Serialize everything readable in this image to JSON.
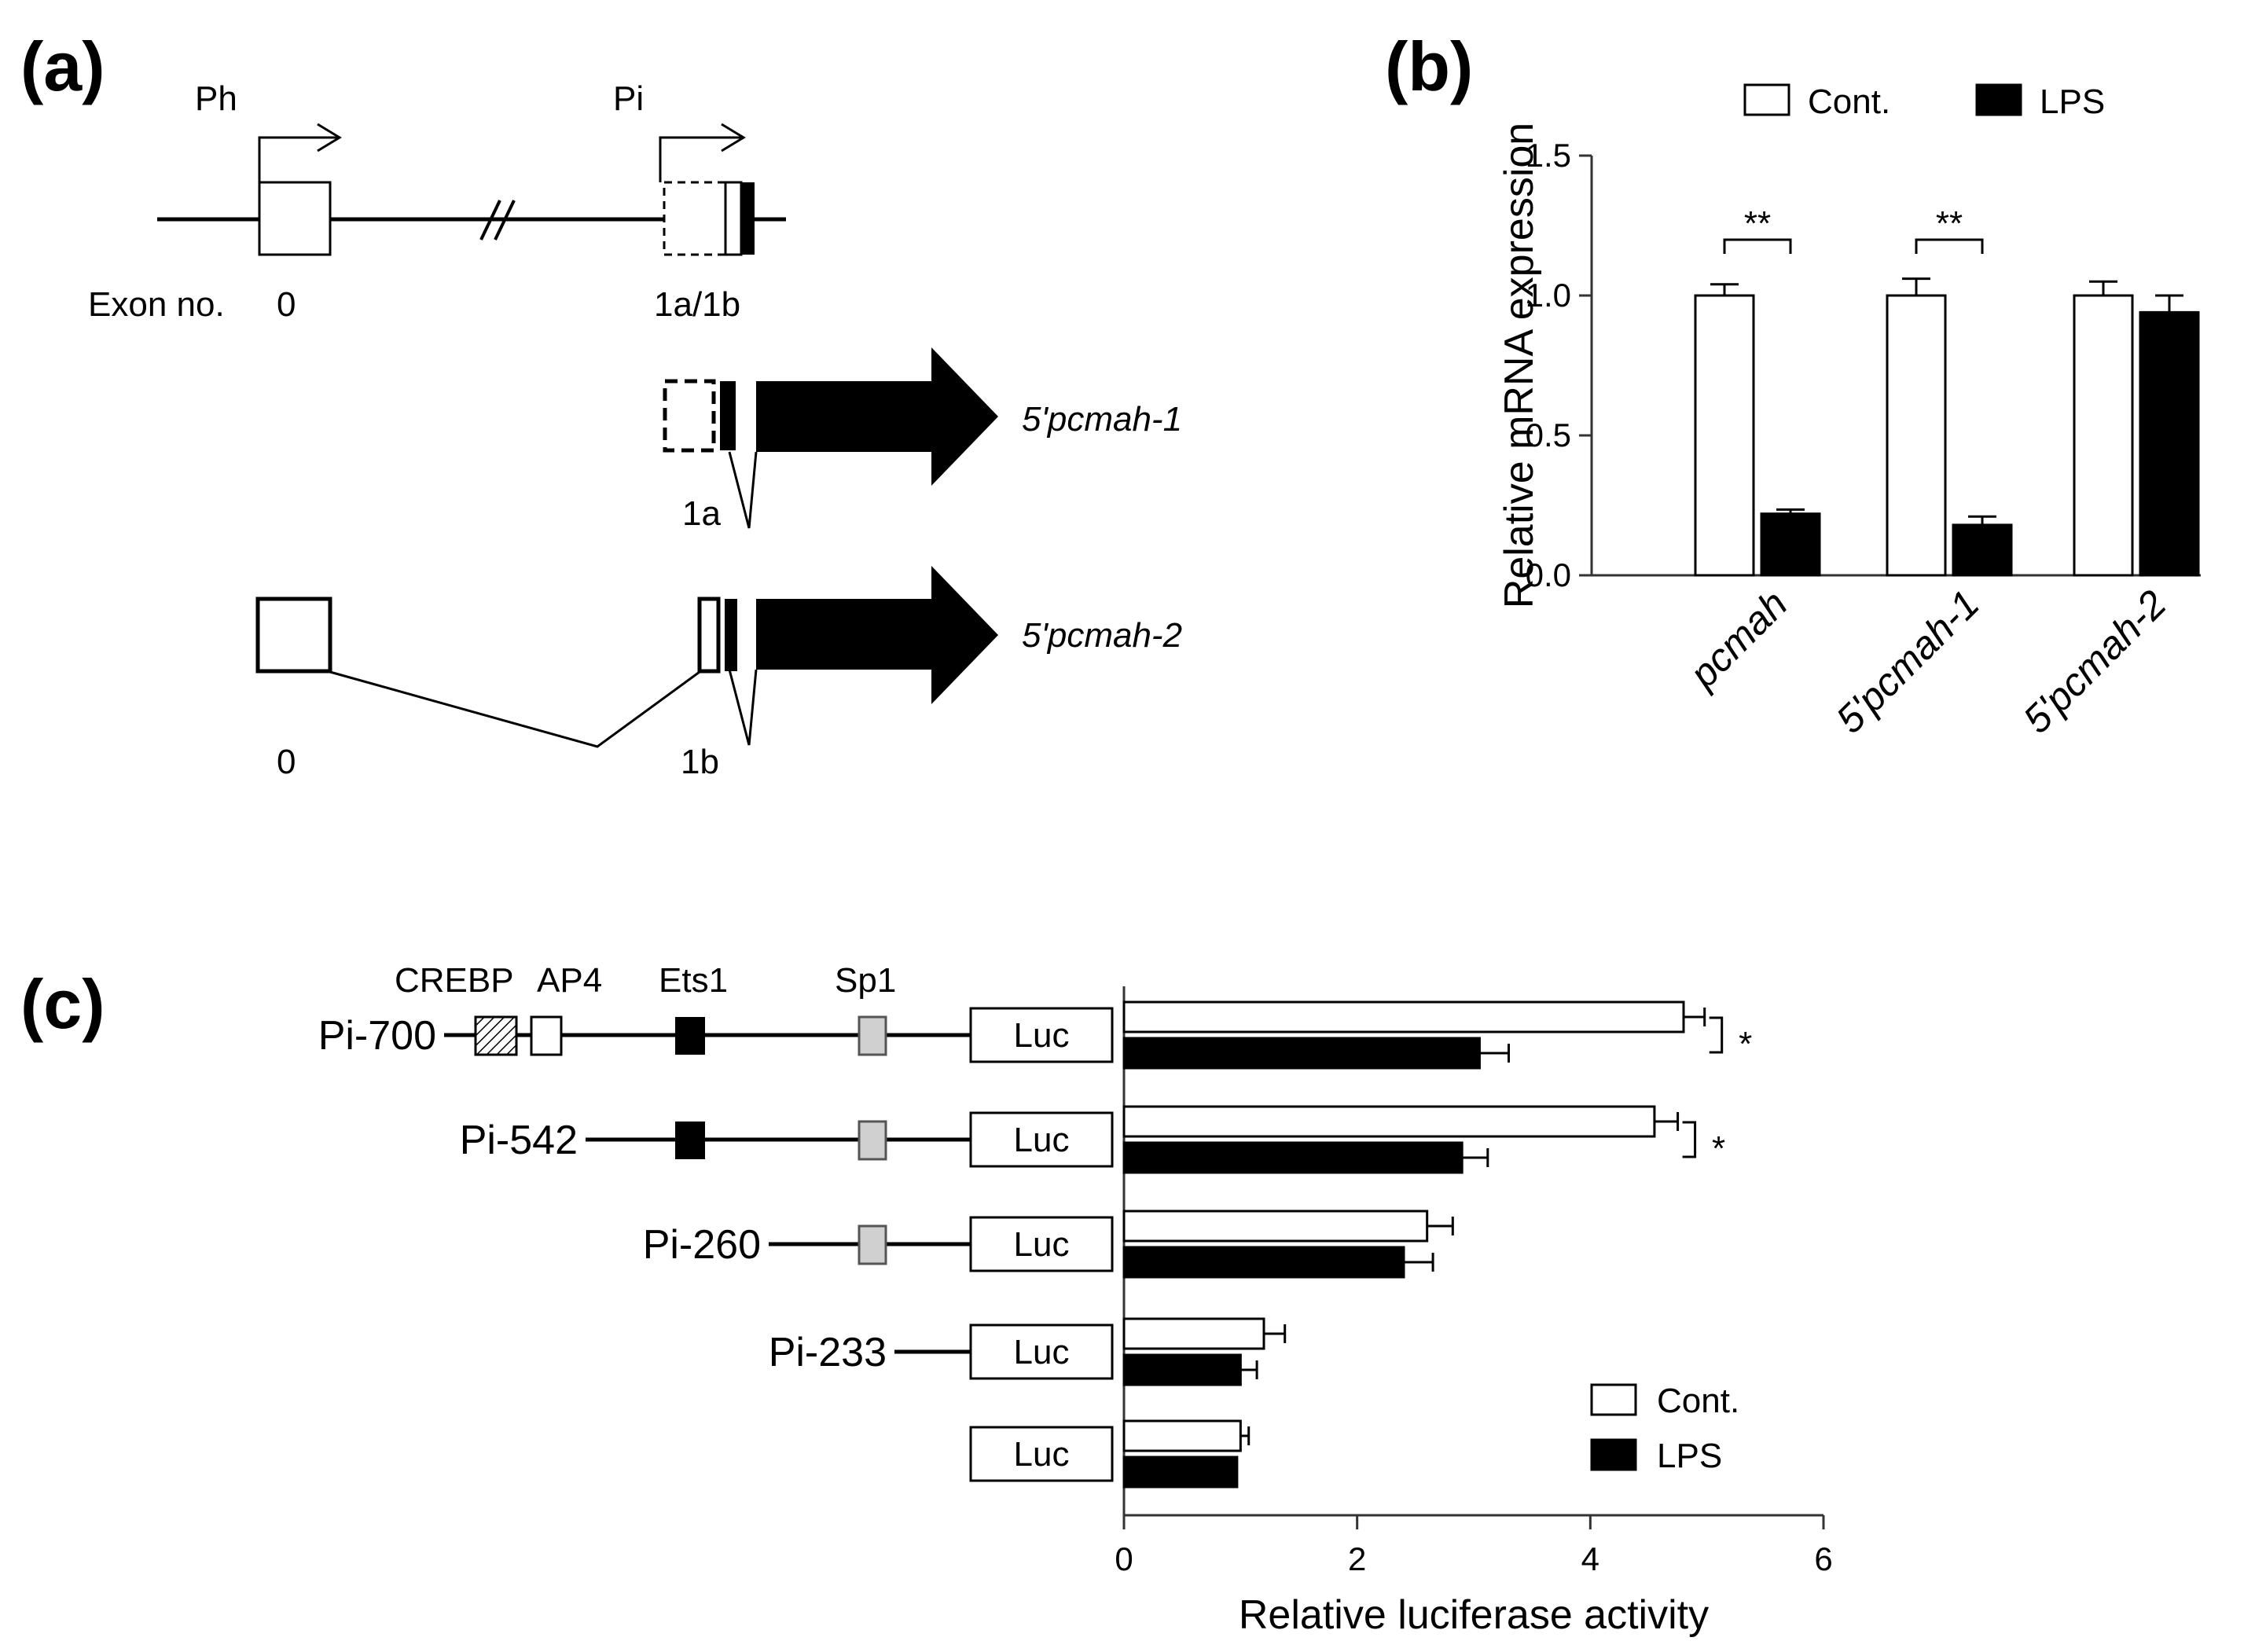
{
  "panel_labels": {
    "a": "(a)",
    "b": "(b)",
    "c": "(c)"
  },
  "panel_a": {
    "promoters": [
      "Ph",
      "Pi"
    ],
    "exon_no_label": "Exon no.",
    "exon_0": "0",
    "exon_1a1b": "1a/1b",
    "transcript_1": "5'pcmah-1",
    "transcript_2": "5'pcmah-2",
    "label_1a": "1a",
    "label_0": "0",
    "label_1b": "1b"
  },
  "panel_c_diagram": {
    "sites": [
      "CREBP",
      "AP4",
      "Ets1",
      "Sp1"
    ],
    "luc": "Luc"
  },
  "colors": {
    "control": "#ffffff",
    "lps": "#000000",
    "axis": "#333333",
    "sp1_box": "#d0d0d0"
  },
  "chart_data": [
    {
      "type": "bar",
      "title": "",
      "categories": [
        "pcmah",
        "5'pcmah-1",
        "5'pcmah-2"
      ],
      "series": [
        {
          "name": "Cont.",
          "values": [
            1.0,
            1.0,
            1.0
          ],
          "error": [
            0.04,
            0.06,
            0.05
          ]
        },
        {
          "name": "LPS",
          "values": [
            0.22,
            0.18,
            0.94
          ],
          "error": [
            0.015,
            0.03,
            0.06
          ]
        }
      ],
      "xlabel": "",
      "ylabel": "Relative mRNA expression",
      "ylim": [
        0,
        1.5
      ],
      "yticks": [
        "0.0",
        "0.5",
        "1.0",
        "1.5"
      ],
      "significance": [
        "**",
        "**",
        ""
      ],
      "legend": "top",
      "grid": false
    },
    {
      "type": "bar",
      "orientation": "horizontal",
      "title": "",
      "categories": [
        "Pi-700",
        "Pi-542",
        "Pi-260",
        "Pi-233",
        ""
      ],
      "series": [
        {
          "name": "Cont.",
          "values": [
            4.8,
            4.55,
            2.6,
            1.2,
            1.0
          ],
          "error": [
            0.18,
            0.2,
            0.22,
            0.18,
            0.07
          ]
        },
        {
          "name": "LPS",
          "values": [
            3.05,
            2.9,
            2.4,
            1.0,
            0.97
          ],
          "error": [
            0.25,
            0.22,
            0.25,
            0.14,
            0.0
          ]
        }
      ],
      "xlabel": "Relative luciferase activity",
      "ylabel": "",
      "xlim": [
        0,
        6
      ],
      "xticks": [
        "0",
        "2",
        "4",
        "6"
      ],
      "significance": [
        "*",
        "*",
        "",
        "",
        ""
      ],
      "legend": "bottom-right",
      "grid": false
    }
  ]
}
